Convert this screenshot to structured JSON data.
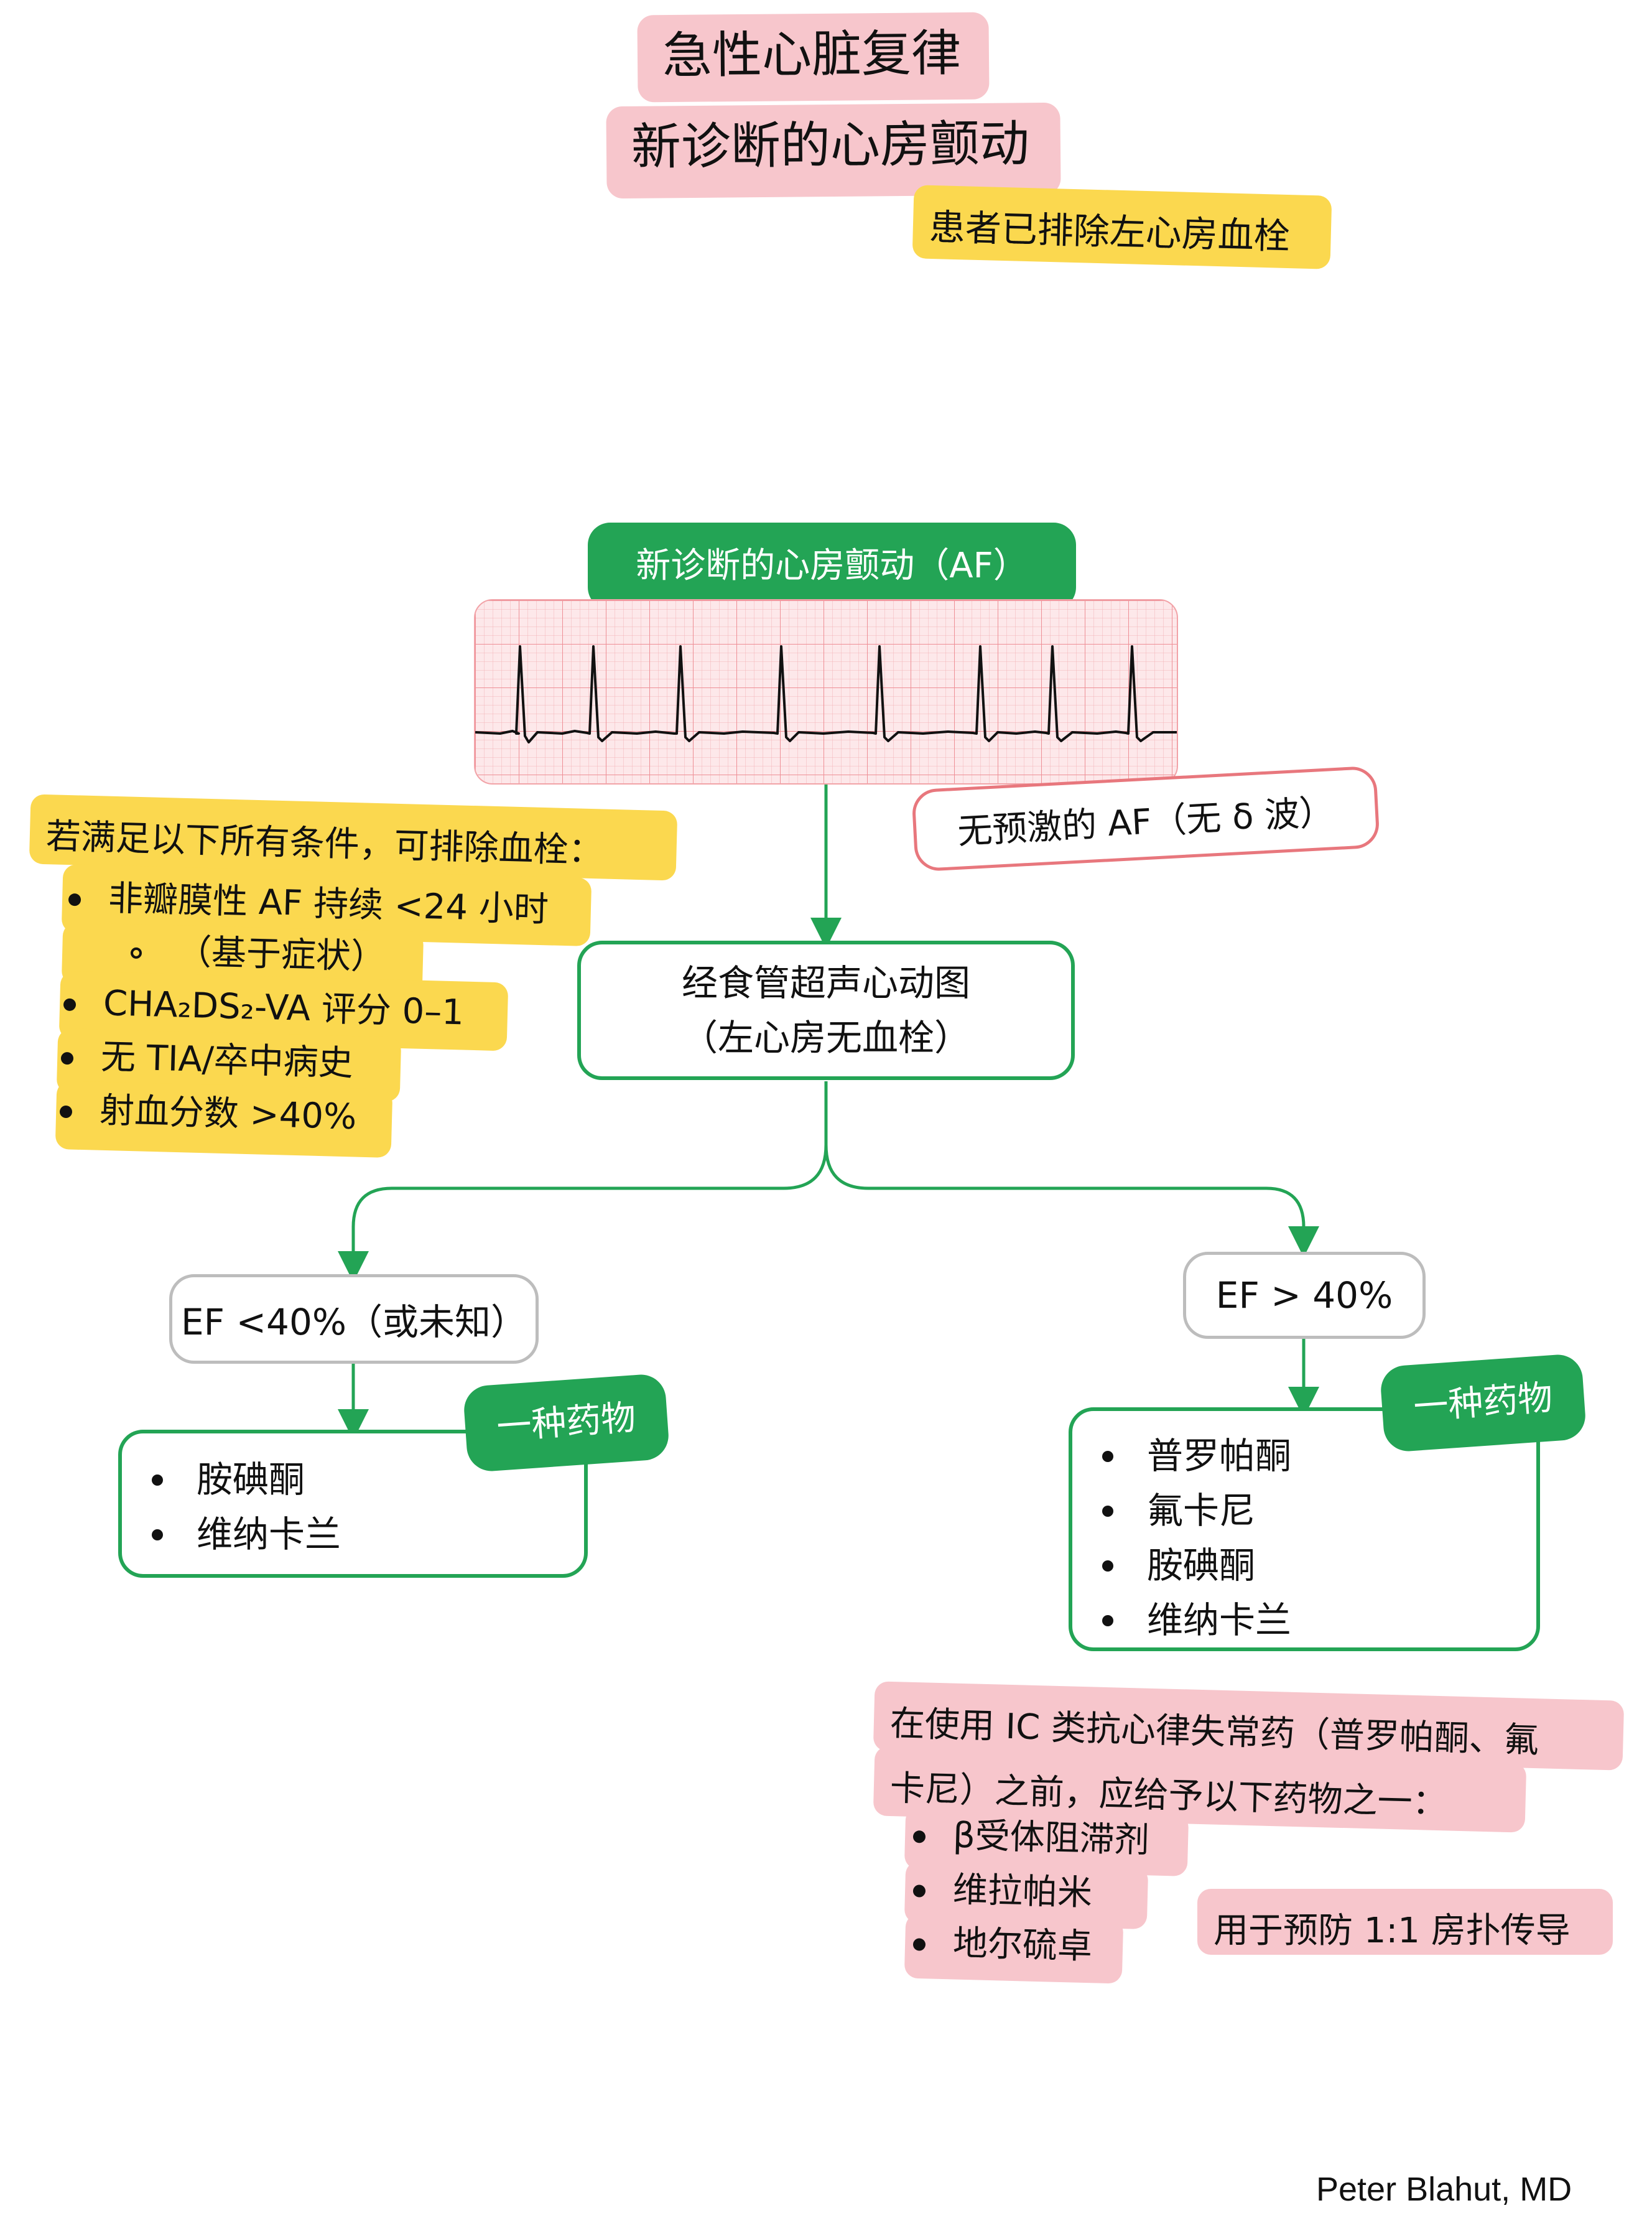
{
  "title": {
    "line1": "急性心脏复律",
    "line2": "新诊断的心房颤动",
    "note": "患者已排除左心房血栓"
  },
  "af_header": "新诊断的心房颤动（AF）",
  "no_preexcitation": "无预激的 AF（无 δ 波）",
  "thrombus_exclusion": {
    "heading": "若满足以下所有条件，可排除血栓：",
    "items": [
      "非瓣膜性 AF 持续 <24 小时",
      "（基于症状）",
      "CHA₂DS₂-VA 评分 0–1",
      "无 TIA/卒中病史",
      "射血分数 >40%"
    ]
  },
  "tee": {
    "line1": "经食管超声心动图",
    "line2": "（左心房无血栓）"
  },
  "left_branch": {
    "condition": "EF <40%（或未知）",
    "tag": "一种药物",
    "drugs": [
      "胺碘酮",
      "维纳卡兰"
    ]
  },
  "right_branch": {
    "condition": "EF > 40%",
    "tag": "一种药物",
    "drugs": [
      "普罗帕酮",
      "氟卡尼",
      "胺碘酮",
      "维纳卡兰"
    ]
  },
  "ic_warning": {
    "line1": "在使用 IC 类抗心律失常药（普罗帕酮、氟",
    "line2": "卡尼）之前，应给予以下药物之一：",
    "drugs": [
      "β受体阻滞剂",
      "维拉帕米",
      "地尔硫卓"
    ],
    "note": "用于预防 1:1 房扑传导"
  },
  "author": "Peter Blahut, MD",
  "colors": {
    "green": "#23a455",
    "pink_highlight": "#f7c6cc",
    "yellow_highlight": "#fbd84f",
    "ecg_grid": "#f2a3a8",
    "ecg_background": "#fde8ea",
    "red_border": "#e8777d",
    "gray_border": "#bdbdbd"
  }
}
